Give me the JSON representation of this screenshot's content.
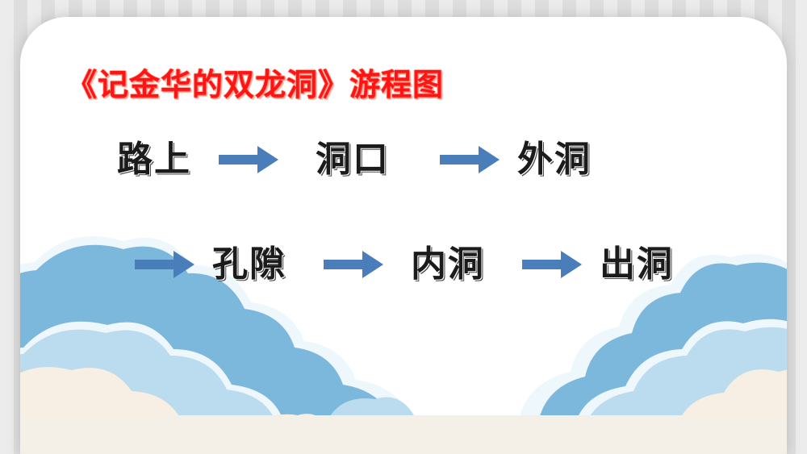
{
  "slide": {
    "title": "《记金华的双龙洞》游程图",
    "title_color": "#ff1414",
    "card_background": "#ffffff",
    "stage_background": "#eaeaea"
  },
  "flow": {
    "arrow_color": "#4a7ebb",
    "node_color": "#1b1b1b",
    "rows": [
      {
        "nodes": [
          "路上",
          "洞口",
          "外洞"
        ],
        "arrows": [
          "arrow-right-icon",
          "arrow-right-icon"
        ]
      },
      {
        "nodes": [
          "孔隙",
          "内洞",
          "出洞"
        ],
        "arrows": [
          "arrow-right-icon",
          "arrow-right-icon",
          "arrow-right-icon"
        ]
      }
    ]
  },
  "decoration": {
    "clouds": {
      "back_blue": "#7cb8dc",
      "mid_blue": "#bbdcee",
      "front_cream": "#f7efe4",
      "glow": "#eef7fc"
    }
  }
}
